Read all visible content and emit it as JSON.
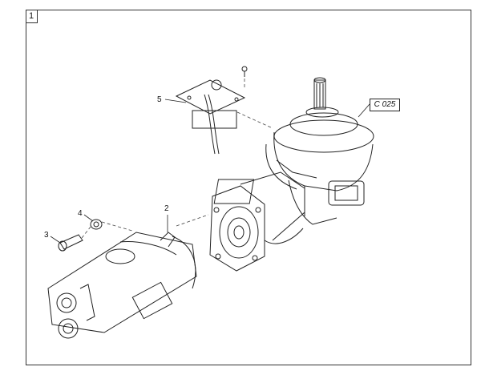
{
  "sheet": {
    "number": "1"
  },
  "reference": {
    "label": "C 025"
  },
  "callouts": [
    {
      "id": "1",
      "text": "5"
    },
    {
      "id": "2",
      "text": "2"
    },
    {
      "id": "3",
      "text": "4"
    },
    {
      "id": "4",
      "text": "3"
    }
  ],
  "colors": {
    "line": "#222222",
    "paper": "#ffffff"
  }
}
